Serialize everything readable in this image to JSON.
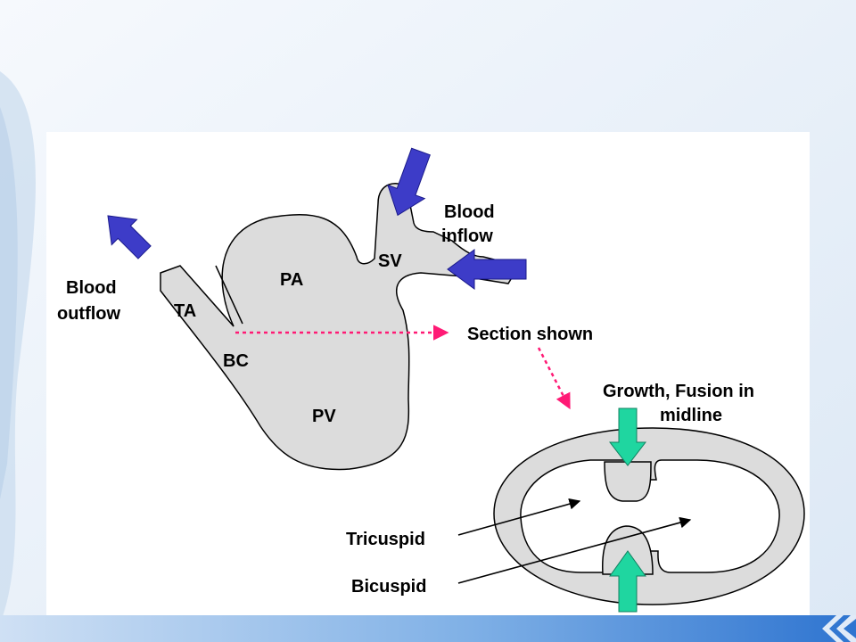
{
  "slide": {
    "colors": {
      "background": "#eaf1f9",
      "bar_start": "#a9c9ee",
      "bar_end": "#2e74d0"
    }
  },
  "diagram": {
    "labels": {
      "blood_outflow_1": "Blood",
      "blood_outflow_2": "outflow",
      "blood_inflow_1": "Blood",
      "blood_inflow_2": "inflow",
      "ta": "TA",
      "pa": "PA",
      "sv": "SV",
      "bc": "BC",
      "pv": "PV",
      "section_shown": "Section shown",
      "growth_1": "Growth, Fusion in",
      "growth_2": "midline",
      "tricuspid": "Tricuspid",
      "bicuspid": "Bicuspid"
    },
    "colors": {
      "tissue_fill": "#dcdcdc",
      "outline": "#000000",
      "flow_arrow": "#3d3cc8",
      "growth_arrow": "#1fd6a0",
      "section_arrow": "#ff1a75"
    }
  }
}
